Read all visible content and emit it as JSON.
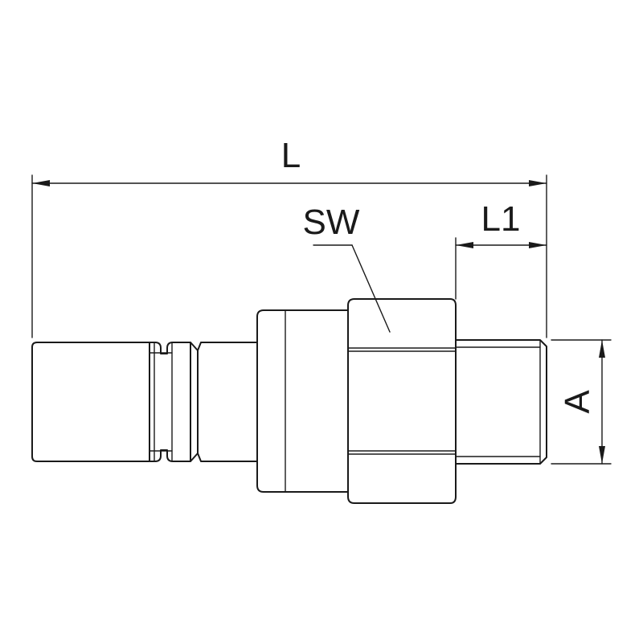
{
  "labels": {
    "overall_length": "L",
    "thread_length": "L1",
    "wrench_size": "SW",
    "thread_diameter": "A"
  },
  "colors": {
    "line": "#1a1a1a",
    "background": "#ffffff"
  }
}
